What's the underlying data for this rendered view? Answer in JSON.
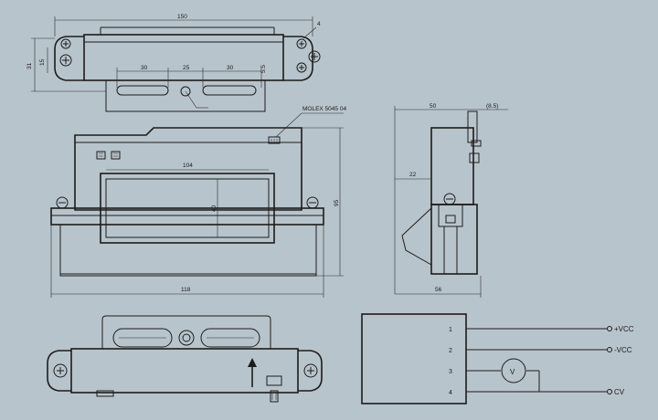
{
  "top_view": {
    "dims": {
      "width": "150",
      "hole": "4",
      "height_outer": "31",
      "height_inner": "15",
      "slot_a": "30",
      "slot_mid": "25",
      "slot_b": "30",
      "slot_depth": "5.5"
    }
  },
  "front_view": {
    "connector_label": "MOLEX 5045 04",
    "dims": {
      "aperture_width": "104",
      "aperture_height": "40",
      "total_height": "95",
      "total_width": "118"
    }
  },
  "side_view": {
    "dims": {
      "depth": "50",
      "offset": "(8.5)",
      "window": "22",
      "base": "56"
    }
  },
  "wiring": {
    "pins": [
      "1",
      "2",
      "3",
      "4"
    ],
    "terminals": [
      "+VCC",
      "-VCC",
      "CV"
    ],
    "meter_symbol": "V"
  }
}
